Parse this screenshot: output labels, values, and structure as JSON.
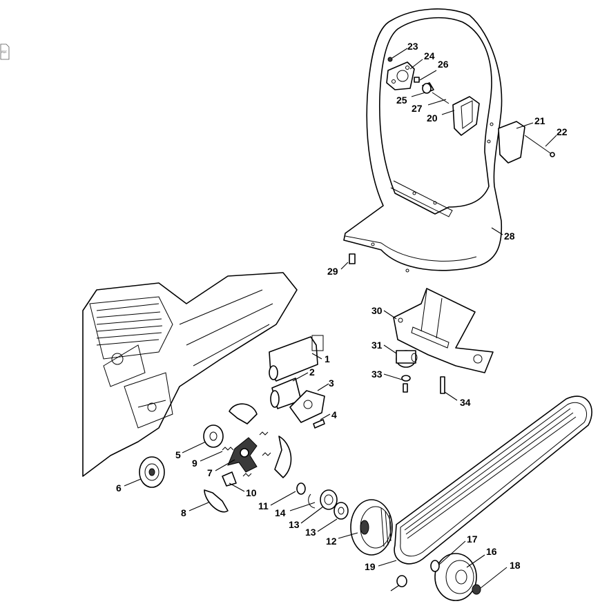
{
  "diagram": {
    "corner_icon_label": "PDF",
    "callouts": [
      "1",
      "2",
      "3",
      "4",
      "5",
      "6",
      "7",
      "8",
      "9",
      "10",
      "11",
      "12",
      "13",
      "13",
      "14",
      "16",
      "17",
      "18",
      "19",
      "20",
      "21",
      "22",
      "23",
      "24",
      "25",
      "26",
      "27",
      "28",
      "29",
      "30",
      "31",
      "33",
      "34"
    ]
  }
}
